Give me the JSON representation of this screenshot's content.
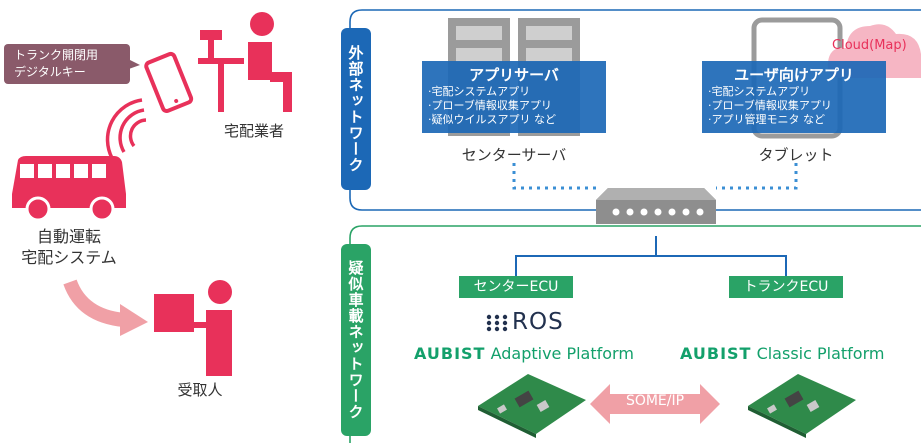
{
  "left": {
    "key_bubble": [
      "トランク開閉用",
      "デジタルキー"
    ],
    "courier_label": "宅配業者",
    "vehicle_label": [
      "自動運転",
      "宅配システム"
    ],
    "recipient_label": "受取人"
  },
  "external_network": {
    "label": "外部ネットワーク",
    "server_panel": {
      "title": "アプリサーバ",
      "items": [
        "·宅配システムアプリ",
        "·プローブ情報収集アプリ",
        "·疑似ウイルスアプリ など"
      ]
    },
    "server_caption": "センターサーバ",
    "tablet_panel": {
      "title": "ユーザ向けアプリ",
      "items": [
        "·宅配システムアプリ",
        "·プローブ情報収集アプリ",
        "·アプリ管理モニタ など"
      ]
    },
    "tablet_caption": "タブレット",
    "cloud_label": "Cloud(Map)"
  },
  "vehicle_network": {
    "label": "疑似車載ネットワーク",
    "center_ecu": "センターECU",
    "trunk_ecu": "トランクECU",
    "ros_label": "ROS",
    "adaptive_platform": {
      "brand": "AUBIST",
      "name": "Adaptive Platform"
    },
    "classic_platform": {
      "brand": "AUBIST",
      "name": "Classic Platform"
    },
    "protocol": "SOME/IP"
  },
  "colors": {
    "pink": "#e8315a",
    "blue": "#1c68b6",
    "green": "#2aa366",
    "platform_text": "#13a06b"
  }
}
